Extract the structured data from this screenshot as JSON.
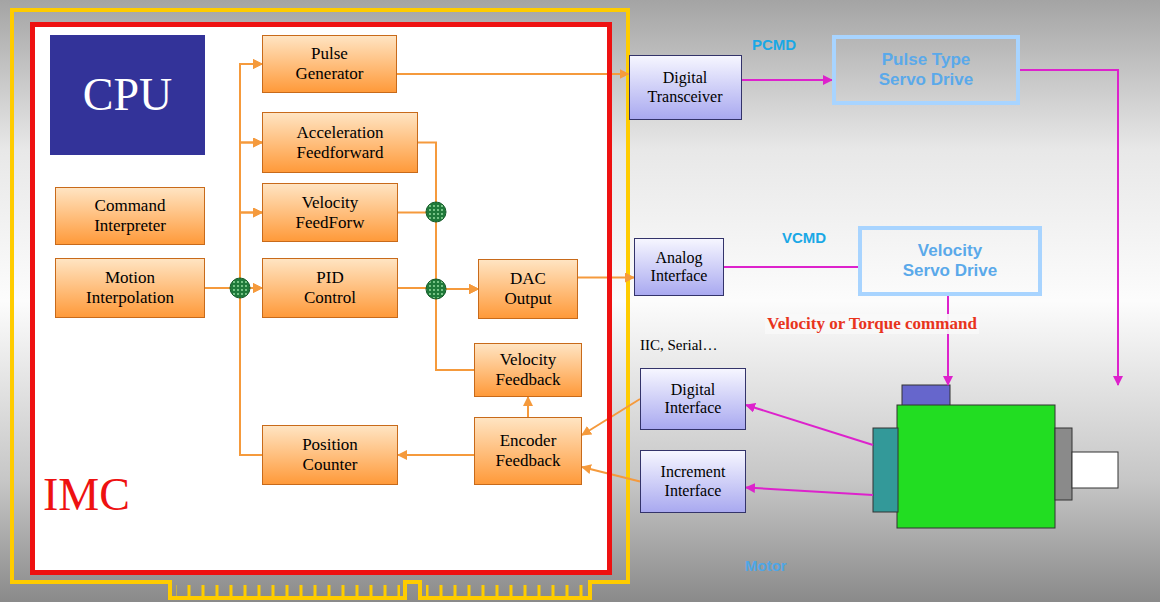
{
  "diagram": {
    "nodes": [
      {
        "text": [
          "IMC"
        ]
      },
      {
        "text": [
          "CPU"
        ],
        "in": 0
      },
      {
        "text": [
          "Pulse Generator"
        ],
        "in": 0
      },
      {
        "text": [
          "Acceleration Feedforward"
        ],
        "in": 0
      },
      {
        "text": [
          "Velocity FeedForw"
        ],
        "in": 0
      },
      {
        "text": [
          "Command Interpreter"
        ],
        "in": 0
      },
      {
        "text": [
          "Motion Interpolation"
        ],
        "in": 0
      },
      {
        "text": [
          "PID Control"
        ],
        "in": 0
      },
      {
        "text": [
          "DAC Output"
        ],
        "in": 0
      },
      {
        "text": [
          "Velocity Feedback"
        ],
        "in": 0
      },
      {
        "text": [
          "Position Counter"
        ],
        "in": 0
      },
      {
        "text": [
          "Encoder Feedback"
        ],
        "in": 0
      },
      {
        "text": [
          "Digital Transceiver"
        ]
      },
      {
        "text": [
          "Analog Interface"
        ]
      },
      {
        "text": [
          "Digital Interface"
        ]
      },
      {
        "text": [
          "Increment Interface"
        ]
      },
      {
        "text": [
          "Pulse Type Servo Drive"
        ]
      },
      {
        "text": [
          "Velocity Servo Drive"
        ]
      },
      {
        "text": [
          "Motor"
        ]
      }
    ],
    "edges": [
      {
        "from": 6,
        "to": 7,
        "arrow": "to"
      },
      {
        "from": 6,
        "to": 2,
        "arrow": "to"
      },
      {
        "from": 6,
        "to": 3,
        "arrow": "to"
      },
      {
        "from": 6,
        "to": 4,
        "arrow": "to"
      },
      {
        "from": 10,
        "to": 7,
        "arrow": "to"
      },
      {
        "from": 10,
        "to": 2,
        "arrow": "to"
      },
      {
        "from": 10,
        "to": 3,
        "arrow": "to"
      },
      {
        "from": 10,
        "to": 4,
        "arrow": "to"
      },
      {
        "from": 3,
        "to": 8,
        "arrow": "to"
      },
      {
        "from": 4,
        "to": 8,
        "arrow": "to"
      },
      {
        "from": 7,
        "to": 8,
        "arrow": "to"
      },
      {
        "from": 9,
        "to": 8,
        "arrow": "to"
      },
      {
        "from": 2,
        "to": 12,
        "arrow": "to"
      },
      {
        "from": 8,
        "to": 13,
        "arrow": "to"
      },
      {
        "from": 12,
        "to": 16,
        "label": "PCMD",
        "arrow": "to"
      },
      {
        "from": 13,
        "to": 17,
        "label": "VCMD",
        "arrow": "none"
      },
      {
        "from": 17,
        "to": 18,
        "label": "Velocity or Torque command",
        "arrow": "to"
      },
      {
        "from": 16,
        "to": 18,
        "arrow": "to"
      },
      {
        "from": 18,
        "to": 14,
        "arrow": "to"
      },
      {
        "from": 18,
        "to": 15,
        "arrow": "to"
      },
      {
        "from": 14,
        "to": 11,
        "arrow": "to"
      },
      {
        "from": 15,
        "to": 11,
        "arrow": "to"
      },
      {
        "from": 11,
        "to": 9,
        "arrow": "to"
      },
      {
        "from": 11,
        "to": 10,
        "arrow": "to"
      }
    ],
    "labels": [
      "IIC, Serial…"
    ]
  }
}
